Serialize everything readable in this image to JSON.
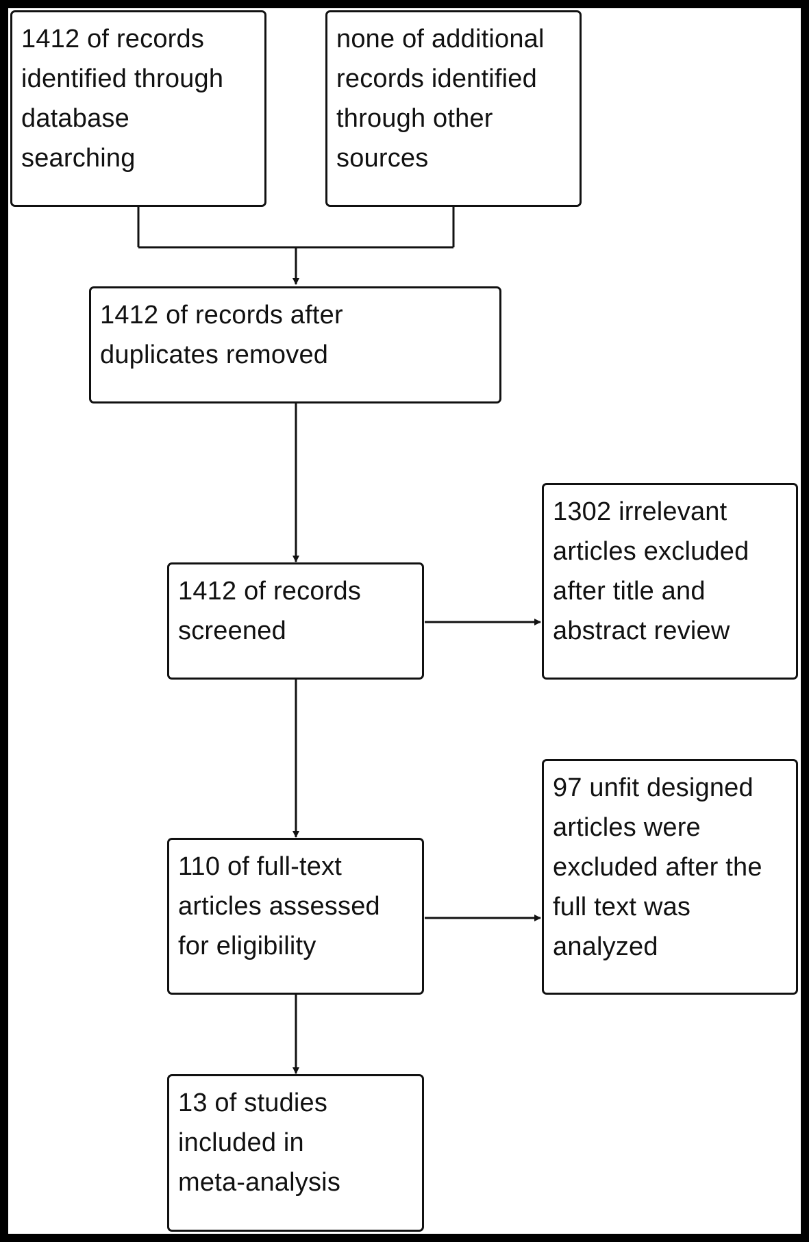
{
  "diagram": {
    "boxes": {
      "db_search": "1412 of records\nidentified through\ndatabase\nsearching",
      "other_sources": "none of additional\nrecords identified\nthrough other\nsources",
      "after_duplicates": "1412 of records after\nduplicates removed",
      "screened": "1412 of records\nscreened",
      "excluded_title_abstract": "1302 irrelevant\narticles excluded\nafter title and\nabstract review",
      "full_text_assessed": "110 of full-text\narticles assessed\nfor eligibility",
      "excluded_full_text": "97 unfit designed\narticles were\nexcluded after the\nfull text was\nanalyzed",
      "included": "13 of studies\nincluded in\nmeta-analysis"
    }
  }
}
